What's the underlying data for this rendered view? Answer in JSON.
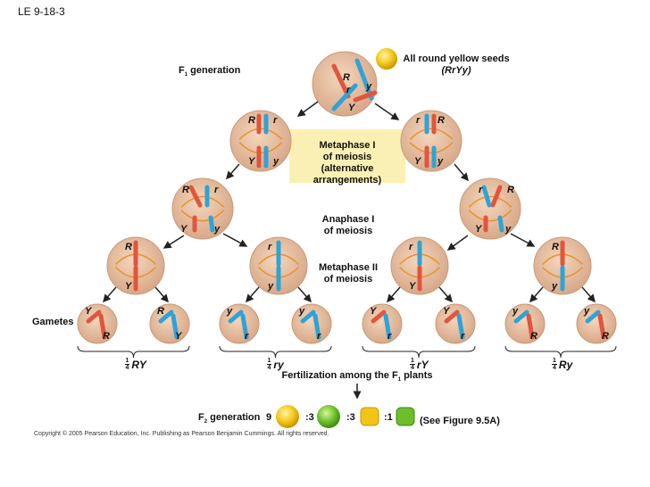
{
  "figure_label": "LE 9-18-3",
  "f1_generation_label": "F",
  "f1_sub": "1",
  "f1_generation_suffix": " generation",
  "parent_seed": {
    "title": "All round yellow seeds",
    "genotype": "(RrYy)"
  },
  "stage_labels": {
    "metaphase1": [
      "Metaphase I",
      "of meiosis",
      "(alternative arrangements)"
    ],
    "anaphase1": [
      "Anaphase I",
      "of meiosis"
    ],
    "metaphase2": [
      "Metaphase II",
      "of meiosis"
    ]
  },
  "gametes_label": "Gametes",
  "gamete_groups": [
    {
      "fraction_num": "1",
      "fraction_den": "4",
      "genotype": "RY",
      "cells": [
        [
          "Y",
          "R"
        ],
        [
          "R",
          "Y"
        ]
      ]
    },
    {
      "fraction_num": "1",
      "fraction_den": "4",
      "genotype": "ry",
      "cells": [
        [
          "y",
          "r"
        ],
        [
          "y",
          "r"
        ]
      ]
    },
    {
      "fraction_num": "1",
      "fraction_den": "4",
      "genotype": "rY",
      "cells": [
        [
          "Y",
          "r"
        ],
        [
          "Y",
          "r"
        ]
      ]
    },
    {
      "fraction_num": "1",
      "fraction_den": "4",
      "genotype": "Ry",
      "cells": [
        [
          "y",
          "R"
        ],
        [
          "y",
          "R"
        ]
      ]
    }
  ],
  "fertilization_label": "Fertilization among the F",
  "fertilization_sub": "1",
  "fertilization_suffix": " plants",
  "f2": {
    "label": "F",
    "sub": "2",
    "suffix": " generation",
    "ratio": [
      {
        "value": "9",
        "phenotype": "round yellow"
      },
      {
        "value": ":3",
        "phenotype": "round green"
      },
      {
        "value": ":3",
        "phenotype": "wrinkled yellow"
      },
      {
        "value": ":1",
        "phenotype": "wrinkled green"
      }
    ],
    "see_also": "(See Figure 9.5A)"
  },
  "allele_labels": {
    "top": [
      "R",
      "r",
      "y",
      "Y"
    ],
    "m1_left": [
      "R",
      "r",
      "Y",
      "y"
    ],
    "m1_right": [
      "r",
      "R",
      "Y",
      "y"
    ],
    "a1_left": [
      "R",
      "r",
      "Y",
      "y"
    ],
    "a1_right": [
      "r",
      "R",
      "Y",
      "y"
    ],
    "m2": [
      [
        "R",
        "Y"
      ],
      [
        "r",
        "y"
      ],
      [
        "r",
        "Y"
      ],
      [
        "R",
        "y"
      ]
    ]
  },
  "colors": {
    "red": "#e2553d",
    "blue": "#2ea3d8",
    "cell": "#e8c0a0",
    "spindle": "#e8922e",
    "box": "#fbf0b4",
    "yellow_seed": "#f3c418",
    "green_seed": "#6cbf2a"
  },
  "copyright": "Copyright © 2005 Pearson Education, Inc. Publishing as Pearson Benjamin Cummings. All rights reserved."
}
